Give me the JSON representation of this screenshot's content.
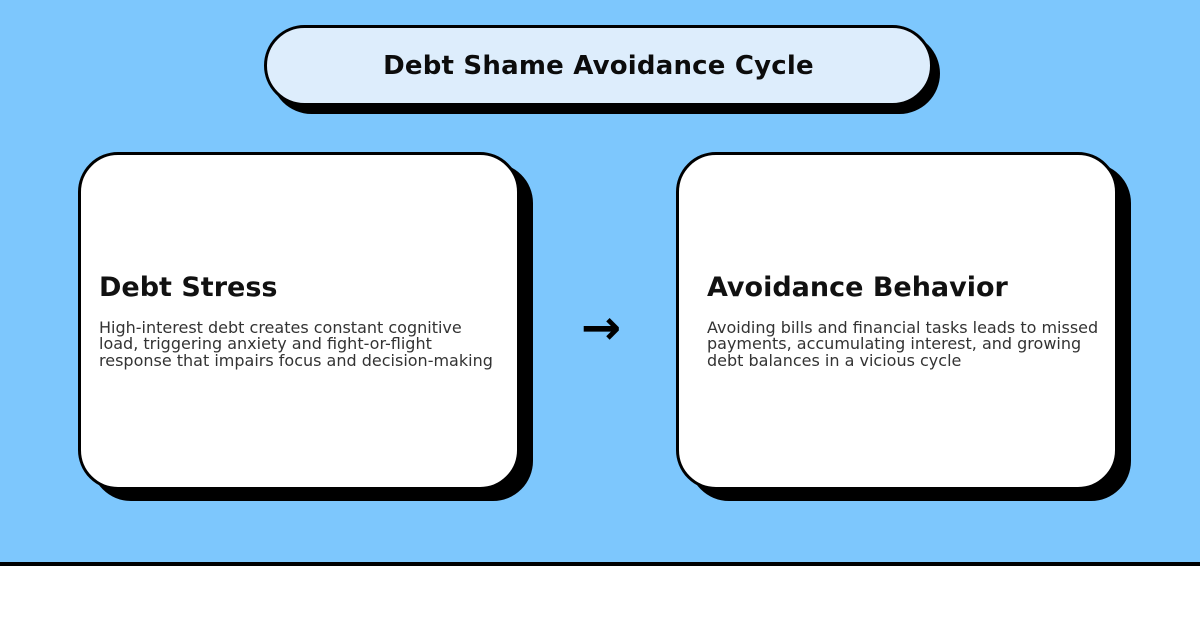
{
  "colors": {
    "background": "#7DC7FD",
    "title_pill_fill": "#DDEDFC",
    "card_fill": "#ffffff",
    "outline": "#000000",
    "heading_text": "#111111",
    "body_text": "#333333"
  },
  "title": {
    "label": "Debt Shame Avoidance Cycle"
  },
  "arrow": {
    "glyph": "→"
  },
  "cards": [
    {
      "heading": "Debt Stress",
      "body": "High-interest debt creates constant cognitive load, triggering anxiety and fight-or-flight response that impairs focus and decision-making"
    },
    {
      "heading": "Avoidance Behavior",
      "body": "Avoiding bills and financial tasks leads to missed payments, accumulating interest, and growing debt balances in a vicious cycle"
    }
  ]
}
